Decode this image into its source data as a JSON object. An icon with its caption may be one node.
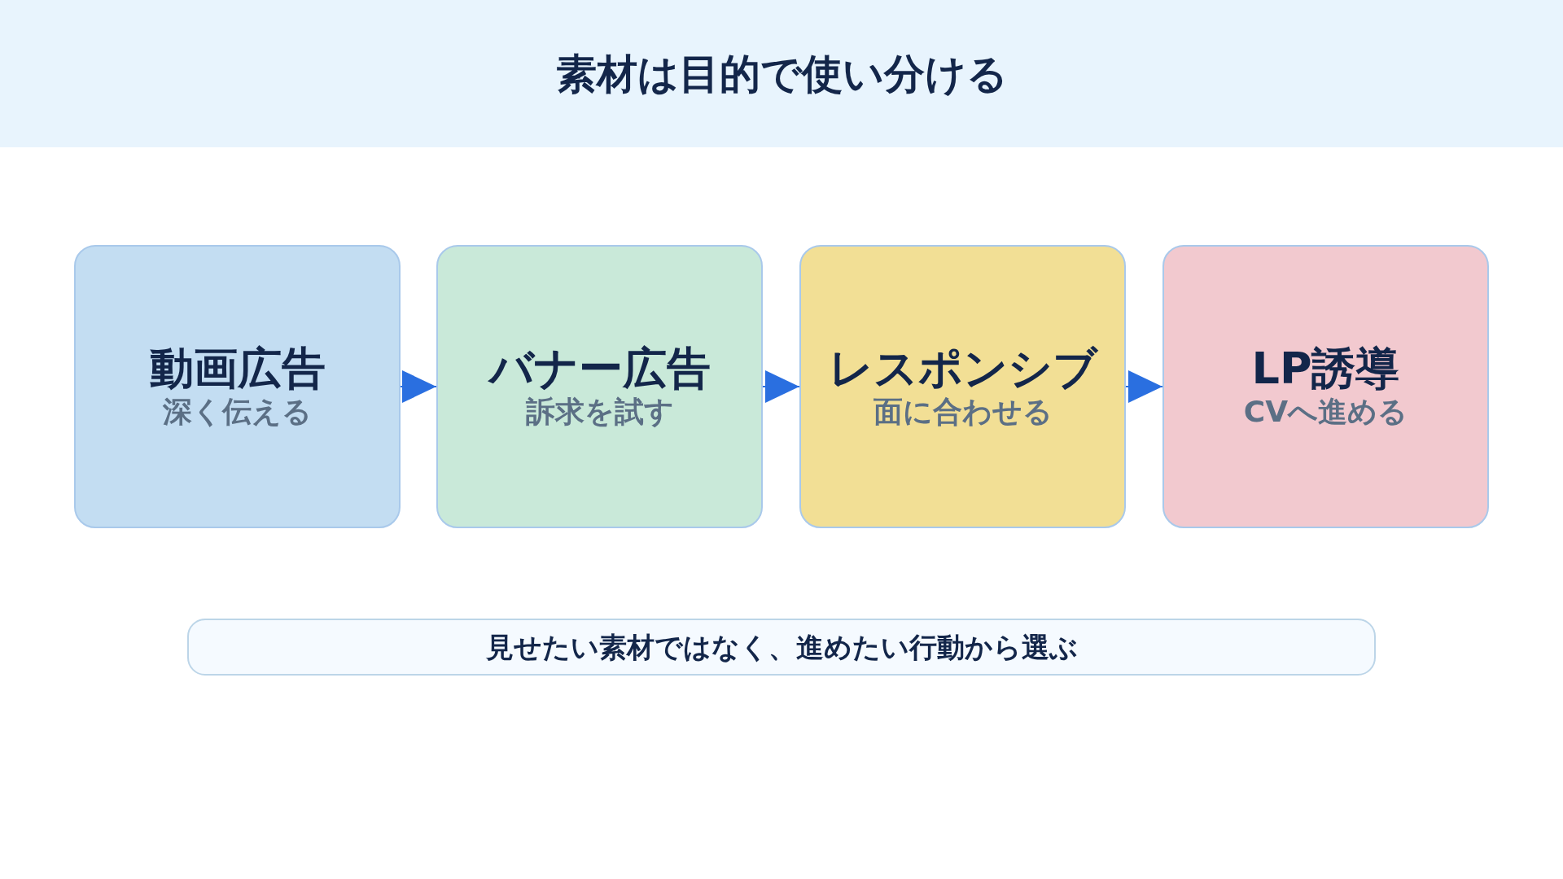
{
  "diagram": {
    "title": "素材は目的で使い分ける",
    "nodes": [
      {
        "text": [
          "動画広告",
          "深く伝える"
        ]
      },
      {
        "text": [
          "バナー広告",
          "訴求を試す"
        ]
      },
      {
        "text": [
          "レスポンシブ",
          "面に合わせる"
        ]
      },
      {
        "text": [
          "LP誘導",
          "CVへ進める"
        ]
      },
      {
        "text": [
          "見せたい素材ではなく、進めたい行動から選ぶ"
        ]
      }
    ],
    "edges": [
      {
        "from": 0,
        "to": 1,
        "arrow": "to"
      },
      {
        "from": 1,
        "to": 2,
        "arrow": "to"
      },
      {
        "from": 2,
        "to": 3,
        "arrow": "to"
      }
    ]
  }
}
